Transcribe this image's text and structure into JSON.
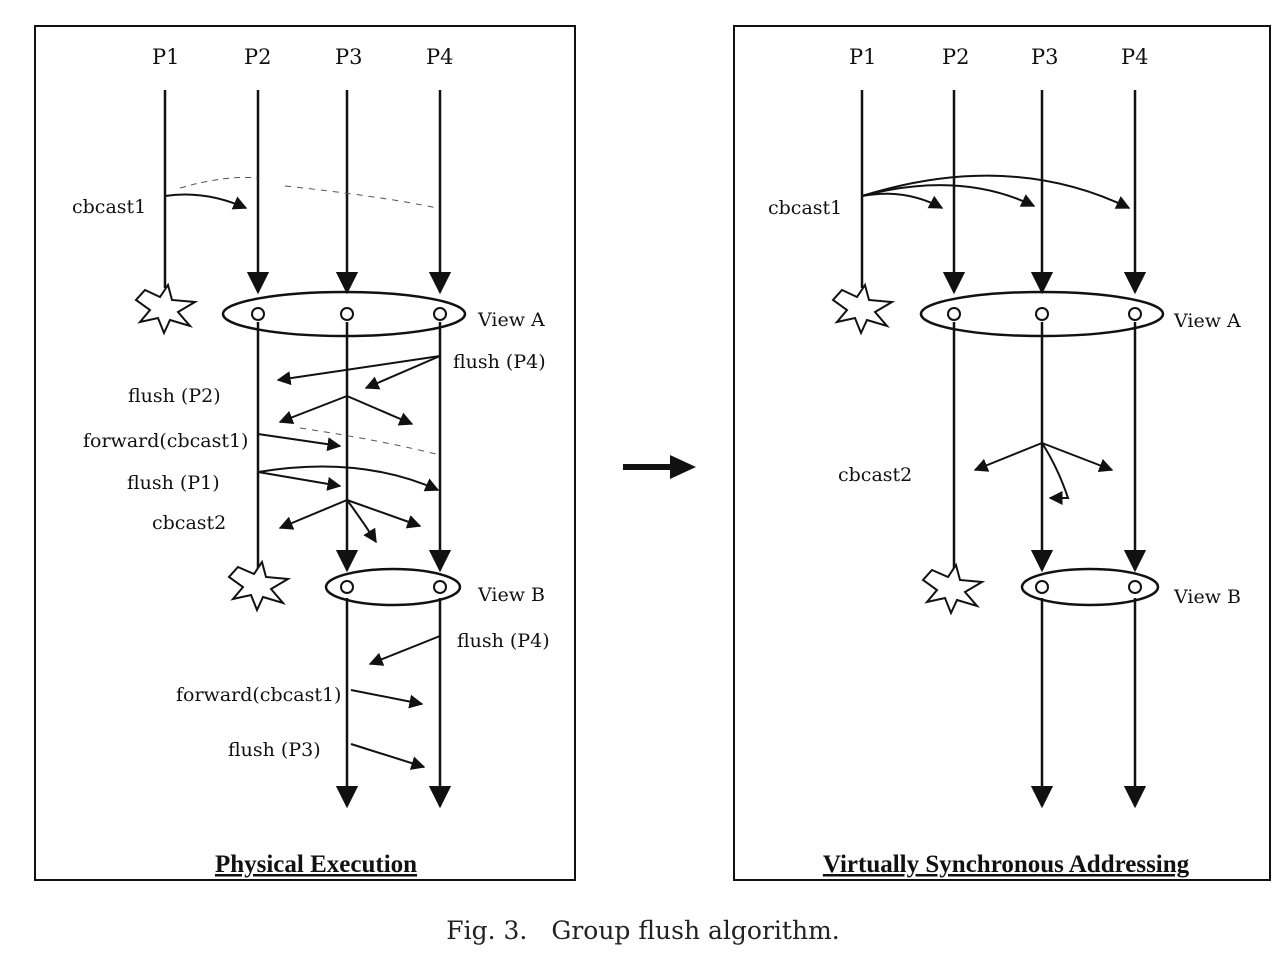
{
  "left_panel": {
    "title": "Physical Execution",
    "processes": [
      "P1",
      "P2",
      "P3",
      "P4"
    ],
    "view_a": "View A",
    "view_b": "View B",
    "labels": {
      "cbcast1": "cbcast1",
      "flush_p4_a": "flush (P4)",
      "flush_p2": "flush (P2)",
      "forward_a": "forward(cbcast1)",
      "flush_p1": "flush (P1)",
      "cbcast2": "cbcast2",
      "flush_p4_b": "flush (P4)",
      "forward_b": "forward(cbcast1)",
      "flush_p3": "flush (P3)"
    }
  },
  "right_panel": {
    "title": "Virtually Synchronous Addressing",
    "processes": [
      "P1",
      "P2",
      "P3",
      "P4"
    ],
    "view_a": "View A",
    "view_b": "View B",
    "labels": {
      "cbcast1": "cbcast1",
      "cbcast2": "cbcast2"
    }
  },
  "caption": {
    "fig": "Fig. 3.",
    "text": "Group flush algorithm."
  }
}
